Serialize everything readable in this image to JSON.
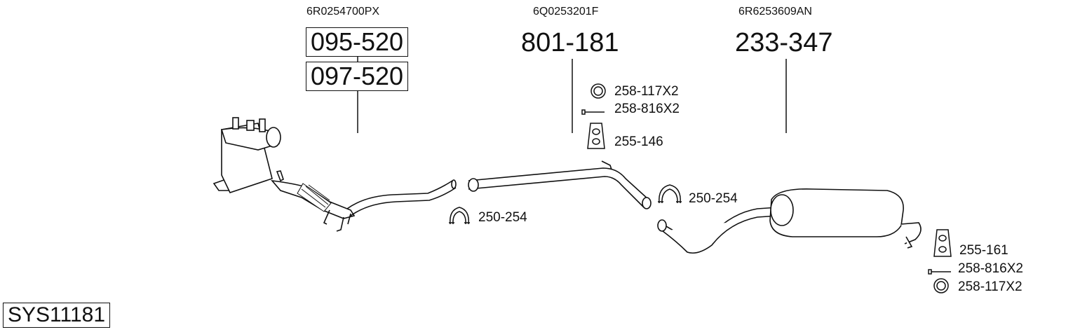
{
  "system_code": "SYS11181",
  "parts": [
    {
      "oe": "6R0254700PX",
      "numbers": [
        "095-520",
        "097-520"
      ]
    },
    {
      "oe": "6Q0253201F",
      "number": "801-181"
    },
    {
      "oe": "6R6253609AN",
      "number": "233-347"
    }
  ],
  "accessories": {
    "clamp_left": "250-254",
    "clamp_right": "250-254",
    "ring_upper": "258-117X2",
    "bolt_upper": "258-816X2",
    "mount_upper": "255-146",
    "mount_lower": "255-161",
    "bolt_lower": "258-816X2",
    "ring_lower": "258-117X2"
  }
}
